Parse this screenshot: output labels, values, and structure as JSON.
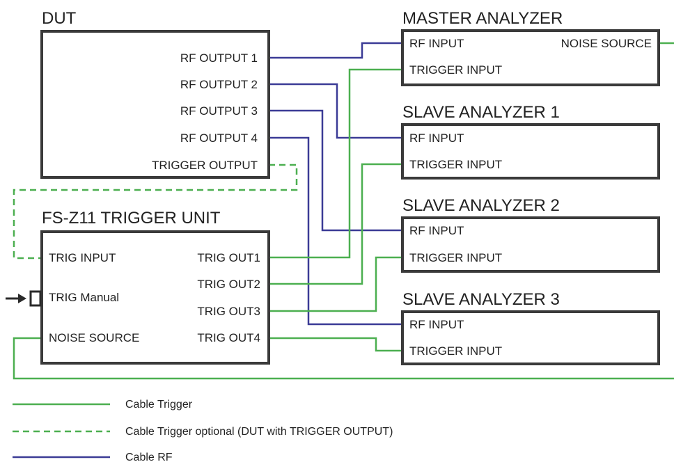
{
  "dut": {
    "title": "DUT",
    "ports": [
      "RF OUTPUT 1",
      "RF OUTPUT 2",
      "RF OUTPUT 3",
      "RF OUTPUT 4",
      "TRIGGER OUTPUT"
    ]
  },
  "trigger_unit": {
    "title": "FS-Z11 TRIGGER UNIT",
    "left_ports": [
      "TRIG INPUT",
      "TRIG Manual",
      "NOISE SOURCE"
    ],
    "right_ports": [
      "TRIG OUT1",
      "TRIG OUT2",
      "TRIG OUT3",
      "TRIG OUT4"
    ]
  },
  "master": {
    "title": "MASTER ANALYZER",
    "rf_input": "RF INPUT",
    "trigger_input": "TRIGGER INPUT",
    "noise_source": "NOISE SOURCE"
  },
  "slaves": [
    {
      "title": "SLAVE ANALYZER 1",
      "rf_input": "RF INPUT",
      "trigger_input": "TRIGGER INPUT"
    },
    {
      "title": "SLAVE ANALYZER 2",
      "rf_input": "RF INPUT",
      "trigger_input": "TRIGGER INPUT"
    },
    {
      "title": "SLAVE ANALYZER 3",
      "rf_input": "RF INPUT",
      "trigger_input": "TRIGGER INPUT"
    }
  ],
  "legend": {
    "trigger": "Cable Trigger",
    "trigger_optional": "Cable Trigger optional (DUT with TRIGGER OUTPUT)",
    "rf": "Cable RF"
  },
  "colors": {
    "rf_cable": "#3b3b96",
    "trigger_cable": "#4caf50",
    "box_border": "#3a3a3a"
  }
}
